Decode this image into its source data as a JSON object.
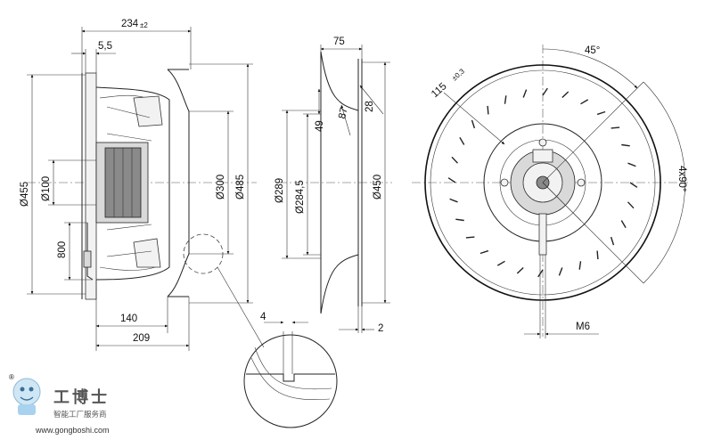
{
  "side_view": {
    "dim_overall_width": "234",
    "dim_overall_tol": "±2",
    "dim_flange": "5,5",
    "dim_d455": "Ø455",
    "dim_d100": "Ø100",
    "dim_800": "800",
    "dim_d300": "Ø300",
    "dim_d485": "Ø485",
    "dim_140": "140",
    "dim_209": "209"
  },
  "ring_view": {
    "dim_75": "75",
    "dim_49": "49",
    "dim_87": "87",
    "dim_28": "28",
    "dim_d289": "Ø289",
    "dim_d2845": "Ø284,5",
    "dim_d450": "Ø450",
    "dim_2": "2"
  },
  "detail": {
    "dim_4": "4"
  },
  "front_view": {
    "dim_45deg": "45°",
    "dim_115": "115",
    "dim_115_tol": "±0,3",
    "dim_4x90": "4x90°",
    "dim_m6": "M6"
  },
  "watermark": {
    "brand_cn": "工博士",
    "tagline_cn": "智能工厂服务商",
    "url": "www.gongboshi.com",
    "reg_mark": "®"
  }
}
